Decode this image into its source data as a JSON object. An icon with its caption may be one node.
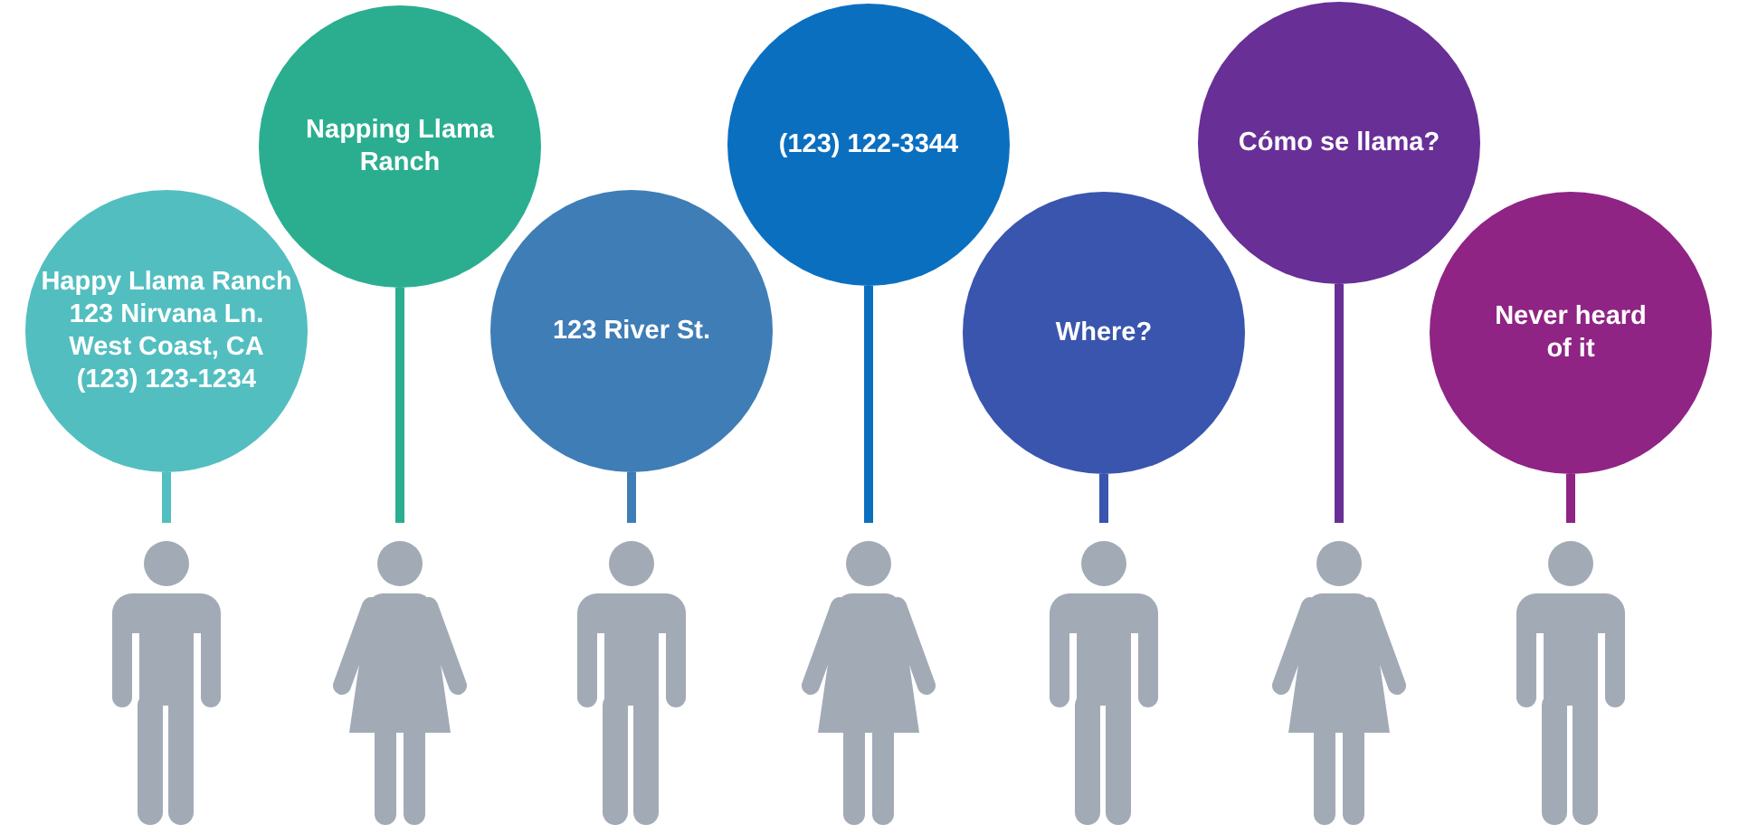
{
  "diagram": {
    "nodes": [
      {
        "text": [
          "Happy Llama Ranch 123 Nirvana Ln. West Coast, CA (123) 123-1234"
        ]
      },
      {
        "text": [
          "Napping Llama Ranch"
        ]
      },
      {
        "text": [
          "123 River St."
        ]
      },
      {
        "text": [
          "(123) 122-3344"
        ]
      },
      {
        "text": [
          "Where?"
        ]
      },
      {
        "text": [
          "Cómo se llama?"
        ]
      },
      {
        "text": [
          "Never heard of it"
        ]
      },
      {
        "text": [],
        "shape": "person"
      },
      {
        "text": [],
        "shape": "person"
      },
      {
        "text": [],
        "shape": "person"
      },
      {
        "text": [],
        "shape": "person"
      },
      {
        "text": [],
        "shape": "person"
      },
      {
        "text": [],
        "shape": "person"
      },
      {
        "text": [],
        "shape": "person"
      }
    ],
    "edges": [
      {
        "from": 0,
        "to": 7,
        "arrow": "none",
        "color": "#52bec0"
      },
      {
        "from": 1,
        "to": 8,
        "arrow": "none",
        "color": "#2aae8f"
      },
      {
        "from": 2,
        "to": 9,
        "arrow": "none",
        "color": "#3f7db6"
      },
      {
        "from": 3,
        "to": 10,
        "arrow": "none",
        "color": "#0b6fc0"
      },
      {
        "from": 4,
        "to": 11,
        "arrow": "none",
        "color": "#3a55ae"
      },
      {
        "from": 5,
        "to": 12,
        "arrow": "none",
        "color": "#682f96"
      },
      {
        "from": 6,
        "to": 13,
        "arrow": "none",
        "color": "#8f2485"
      }
    ]
  }
}
